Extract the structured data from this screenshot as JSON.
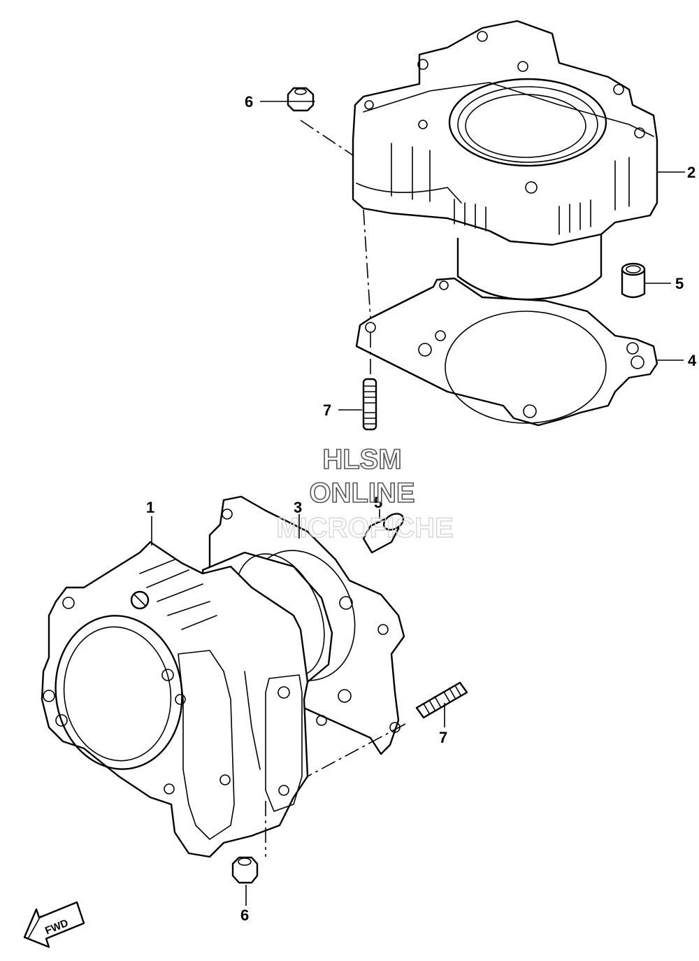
{
  "watermark": {
    "line1": "HLSM",
    "line2": "ONLINE",
    "line3": "MICROFICHE"
  },
  "callouts": [
    {
      "id": "c6-top",
      "label": "6"
    },
    {
      "id": "c2",
      "label": "2"
    },
    {
      "id": "c5-right",
      "label": "5"
    },
    {
      "id": "c4",
      "label": "4"
    },
    {
      "id": "c7-top",
      "label": "7"
    },
    {
      "id": "c1",
      "label": "1"
    },
    {
      "id": "c3",
      "label": "3"
    },
    {
      "id": "c5-mid",
      "label": "5"
    },
    {
      "id": "c7-bottom",
      "label": "7"
    },
    {
      "id": "c6-bottom",
      "label": "6"
    }
  ],
  "fwd_label": "FWD"
}
